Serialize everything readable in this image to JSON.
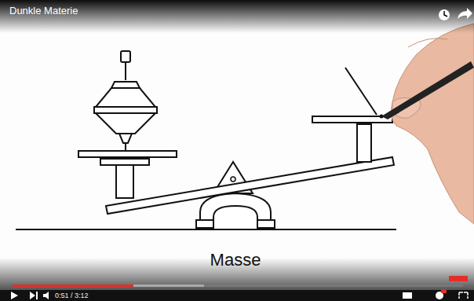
{
  "diagram": {
    "title": "Dunkle Materie",
    "labels": [
      "Masse",
      "0:51 / 3:12"
    ]
  }
}
